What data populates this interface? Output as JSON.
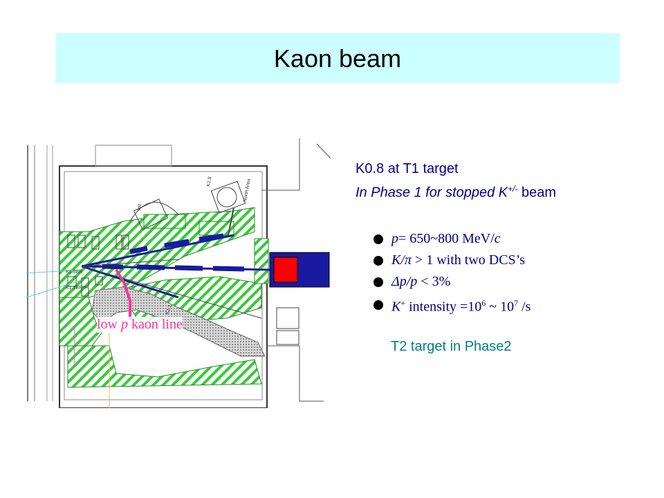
{
  "title": "Kaon beam",
  "colors": {
    "title_bg": "#ccffff",
    "hatch": "#33cc33",
    "beam_blue": "#1a1aa0",
    "target_red": "#ff0000",
    "magenta": "#ff3399",
    "navy_text": "#000080",
    "teal_text": "#008080"
  },
  "side_note": {
    "line1": "K0.8 at T1 target",
    "line2_prefix": "In Phase 1 for stopped K",
    "line2_sup": "+/-",
    "line2_suffix": " beam"
  },
  "bullets": [
    {
      "parts": [
        "p",
        "= 650~800 MeV/",
        "c"
      ]
    },
    {
      "parts": [
        "K/π",
        " > 1 with two DCS’s"
      ]
    },
    {
      "parts": [
        "Δp/p",
        " < 3%"
      ]
    },
    {
      "parts": [
        "K",
        "+",
        " intensity =10",
        "6",
        " ~ 10",
        "7",
        " /s"
      ]
    }
  ],
  "t2_note": "T2 target  in Phase2",
  "low_p_label": {
    "prefix": "low ",
    "italic": "p",
    "suffix": " kaon line"
  },
  "plan_labels": {
    "k18": "K1.8",
    "north_area": "North Area",
    "hr": "HR",
    "k11": "K1.1",
    "k18br": "K1.8BR",
    "k11br": "K1.1BR"
  }
}
